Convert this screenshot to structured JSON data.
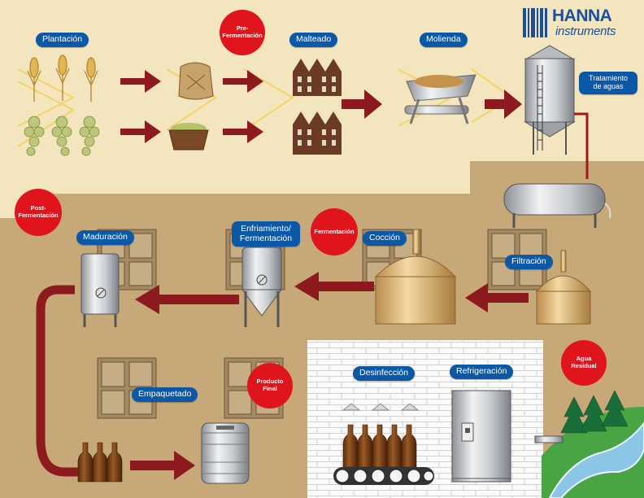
{
  "brand": {
    "name": "HANNA",
    "sub": "instruments",
    "color": "#1a4f9a"
  },
  "colors": {
    "label_blue": "#0b58a6",
    "badge_red": "#e0141c",
    "arrow_red": "#8d1a1f",
    "field_beige": "#f3e6bf",
    "ground_brown": "#c7a878",
    "brick_white": "#fafafa"
  },
  "steps": {
    "plantacion": "Plantación",
    "malteado": "Malteado",
    "molienda": "Molienda",
    "tratamiento": "Tratamiento de aguas",
    "maduracion": "Maduración",
    "enfriamiento": "Enfriamiento/ Fermentación",
    "coccion": "Cocción",
    "filtracion": "Filtración",
    "empaquetado": "Empaquetado",
    "desinfeccion": "Desinfección",
    "refrigeracion": "Refrigeración"
  },
  "badges": {
    "pre_fermentacion": "Pre- Fermentación",
    "post_fermentacion": "Post- Fermentación",
    "fermentacion": "Fermentación",
    "producto_final": "Producto Final",
    "agua_residual": "Agua Residual"
  }
}
